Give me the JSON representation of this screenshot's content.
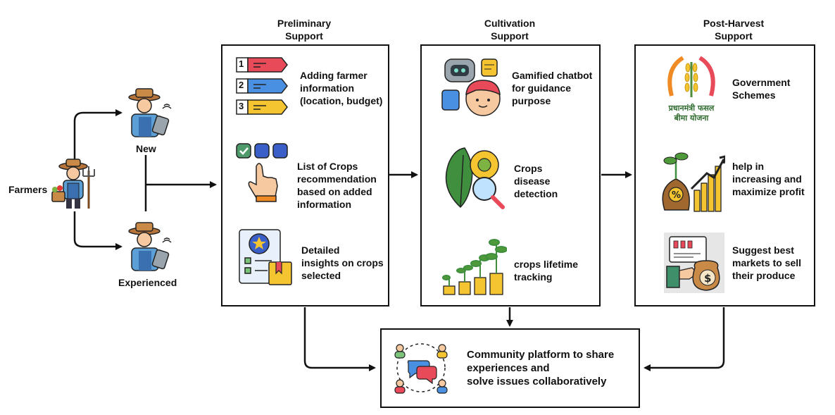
{
  "farmers": {
    "label": "Farmers",
    "new_label": "New",
    "experienced_label": "Experienced"
  },
  "sections": [
    {
      "title": "Preliminary\nSupport",
      "steps": [
        "Adding farmer\ninformation\n(location, budget)",
        "List of Crops\nrecommendation\nbased on added\ninformation",
        "Detailed\ninsights on crops\nselected"
      ]
    },
    {
      "title": "Cultivation\nSupport",
      "steps": [
        "Gamified chatbot\nfor guidance\n purpose",
        "Crops\ndisease\ndetection",
        "crops lifetime\ntracking"
      ]
    },
    {
      "title": "Post-Harvest\nSupport",
      "steps": [
        "Government\nSchemes",
        "help in\nincreasing  and\nmaximize profit",
        "Suggest best\nmarkets to sell\ntheir produce"
      ],
      "scheme_logo_text": "प्रधानमंत्री फसल\nबीमा योजना"
    }
  ],
  "community": {
    "label": "Community platform to share\nexperiences and\nsolve issues collaboratively"
  },
  "step_numbers": [
    "1",
    "2",
    "3"
  ],
  "colors": {
    "line": "#111111",
    "red": "#e94a5a",
    "blue": "#3a5fc8",
    "yellow": "#f5c531",
    "green": "#4e8b3a",
    "skin": "#f6c9a0",
    "orange": "#f08a24"
  }
}
